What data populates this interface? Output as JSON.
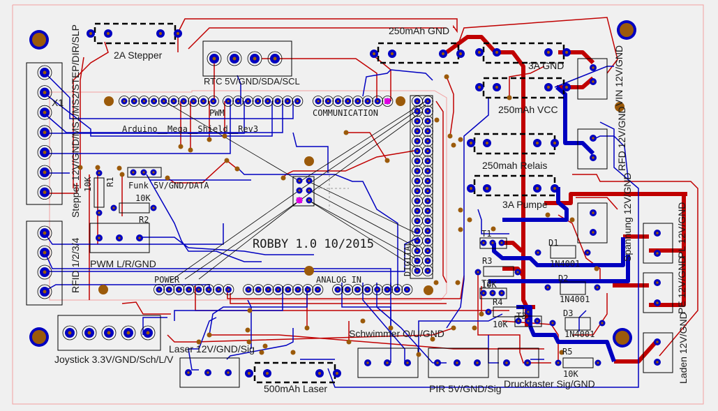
{
  "board": {
    "title": "ROBBY 1.0 10/2015",
    "shield_name": "Arduino__Mega__Shield__Rev3",
    "colors": {
      "background": "#f0f0f0",
      "outline": "#f2a0a0",
      "top_trace": "#c00000",
      "bottom_trace": "#0000c0",
      "pad": "#0000c0",
      "drill": "#9b5a0a",
      "silkscreen": "#000000",
      "marker": "#e000e0"
    }
  },
  "header_labels": {
    "pwm": "PWM",
    "communication": "COMMUNICATION",
    "power": "POWER",
    "analog_in": "ANALOG IN",
    "digital": "DIGITAL"
  },
  "connectors": {
    "stepper_2a": "2A Stepper",
    "rtc": "RTC 5V/GND/SDA/SCL",
    "gnd_250mah": "250mAh GND",
    "gnd_3a": "3A GND",
    "vcc_250mah": "250mAh VCC",
    "relais_250mah": "250mah Relais",
    "pumpe_3a": "3A Pumpe",
    "vin": "VIN 12V/GND",
    "rfd_power": "RFD 12V/GND",
    "spannung": "Spannung 12V/GND",
    "pl": "PL 12V/GND",
    "pe": "PE 12V/GND",
    "laden": "Laden 12V/GND",
    "stepper_x1": "Stepper 12V/GND/MS1/MS2/STEP/DIR/SLP",
    "x1": "X1",
    "rfid": "RFID 1/2/3/4",
    "funk": "Funk 5V/GND/DATA",
    "pwm_lr": "PWM L/R/GND",
    "joystick": "Joystick 3.3V/GND/Sch/L/V",
    "laser": "Laser 12V/GND/Sig",
    "laser_500mah": "500mAh Laser",
    "schwimmer": "Schwimmer O/U/GND",
    "pir": "PIR 5V/GND/Sig",
    "druck": "Drucktaster Sig/GND"
  },
  "components": {
    "r1": {
      "ref": "R1",
      "value": "10K"
    },
    "r2": {
      "ref": "R2",
      "value": "10K"
    },
    "r3": {
      "ref": "R3",
      "value": "10K"
    },
    "r4": {
      "ref": "R4",
      "value": "10K"
    },
    "r5": {
      "ref": "R5",
      "value": "10K"
    },
    "d1": {
      "ref": "D1",
      "value": "1N4001"
    },
    "d2": {
      "ref": "D2",
      "value": "1N4001"
    },
    "d3": {
      "ref": "D3",
      "value": "1N4001"
    },
    "t1": {
      "ref": "T1"
    },
    "t2": {
      "ref": "T2"
    },
    "t3": {
      "ref": "T3"
    }
  }
}
